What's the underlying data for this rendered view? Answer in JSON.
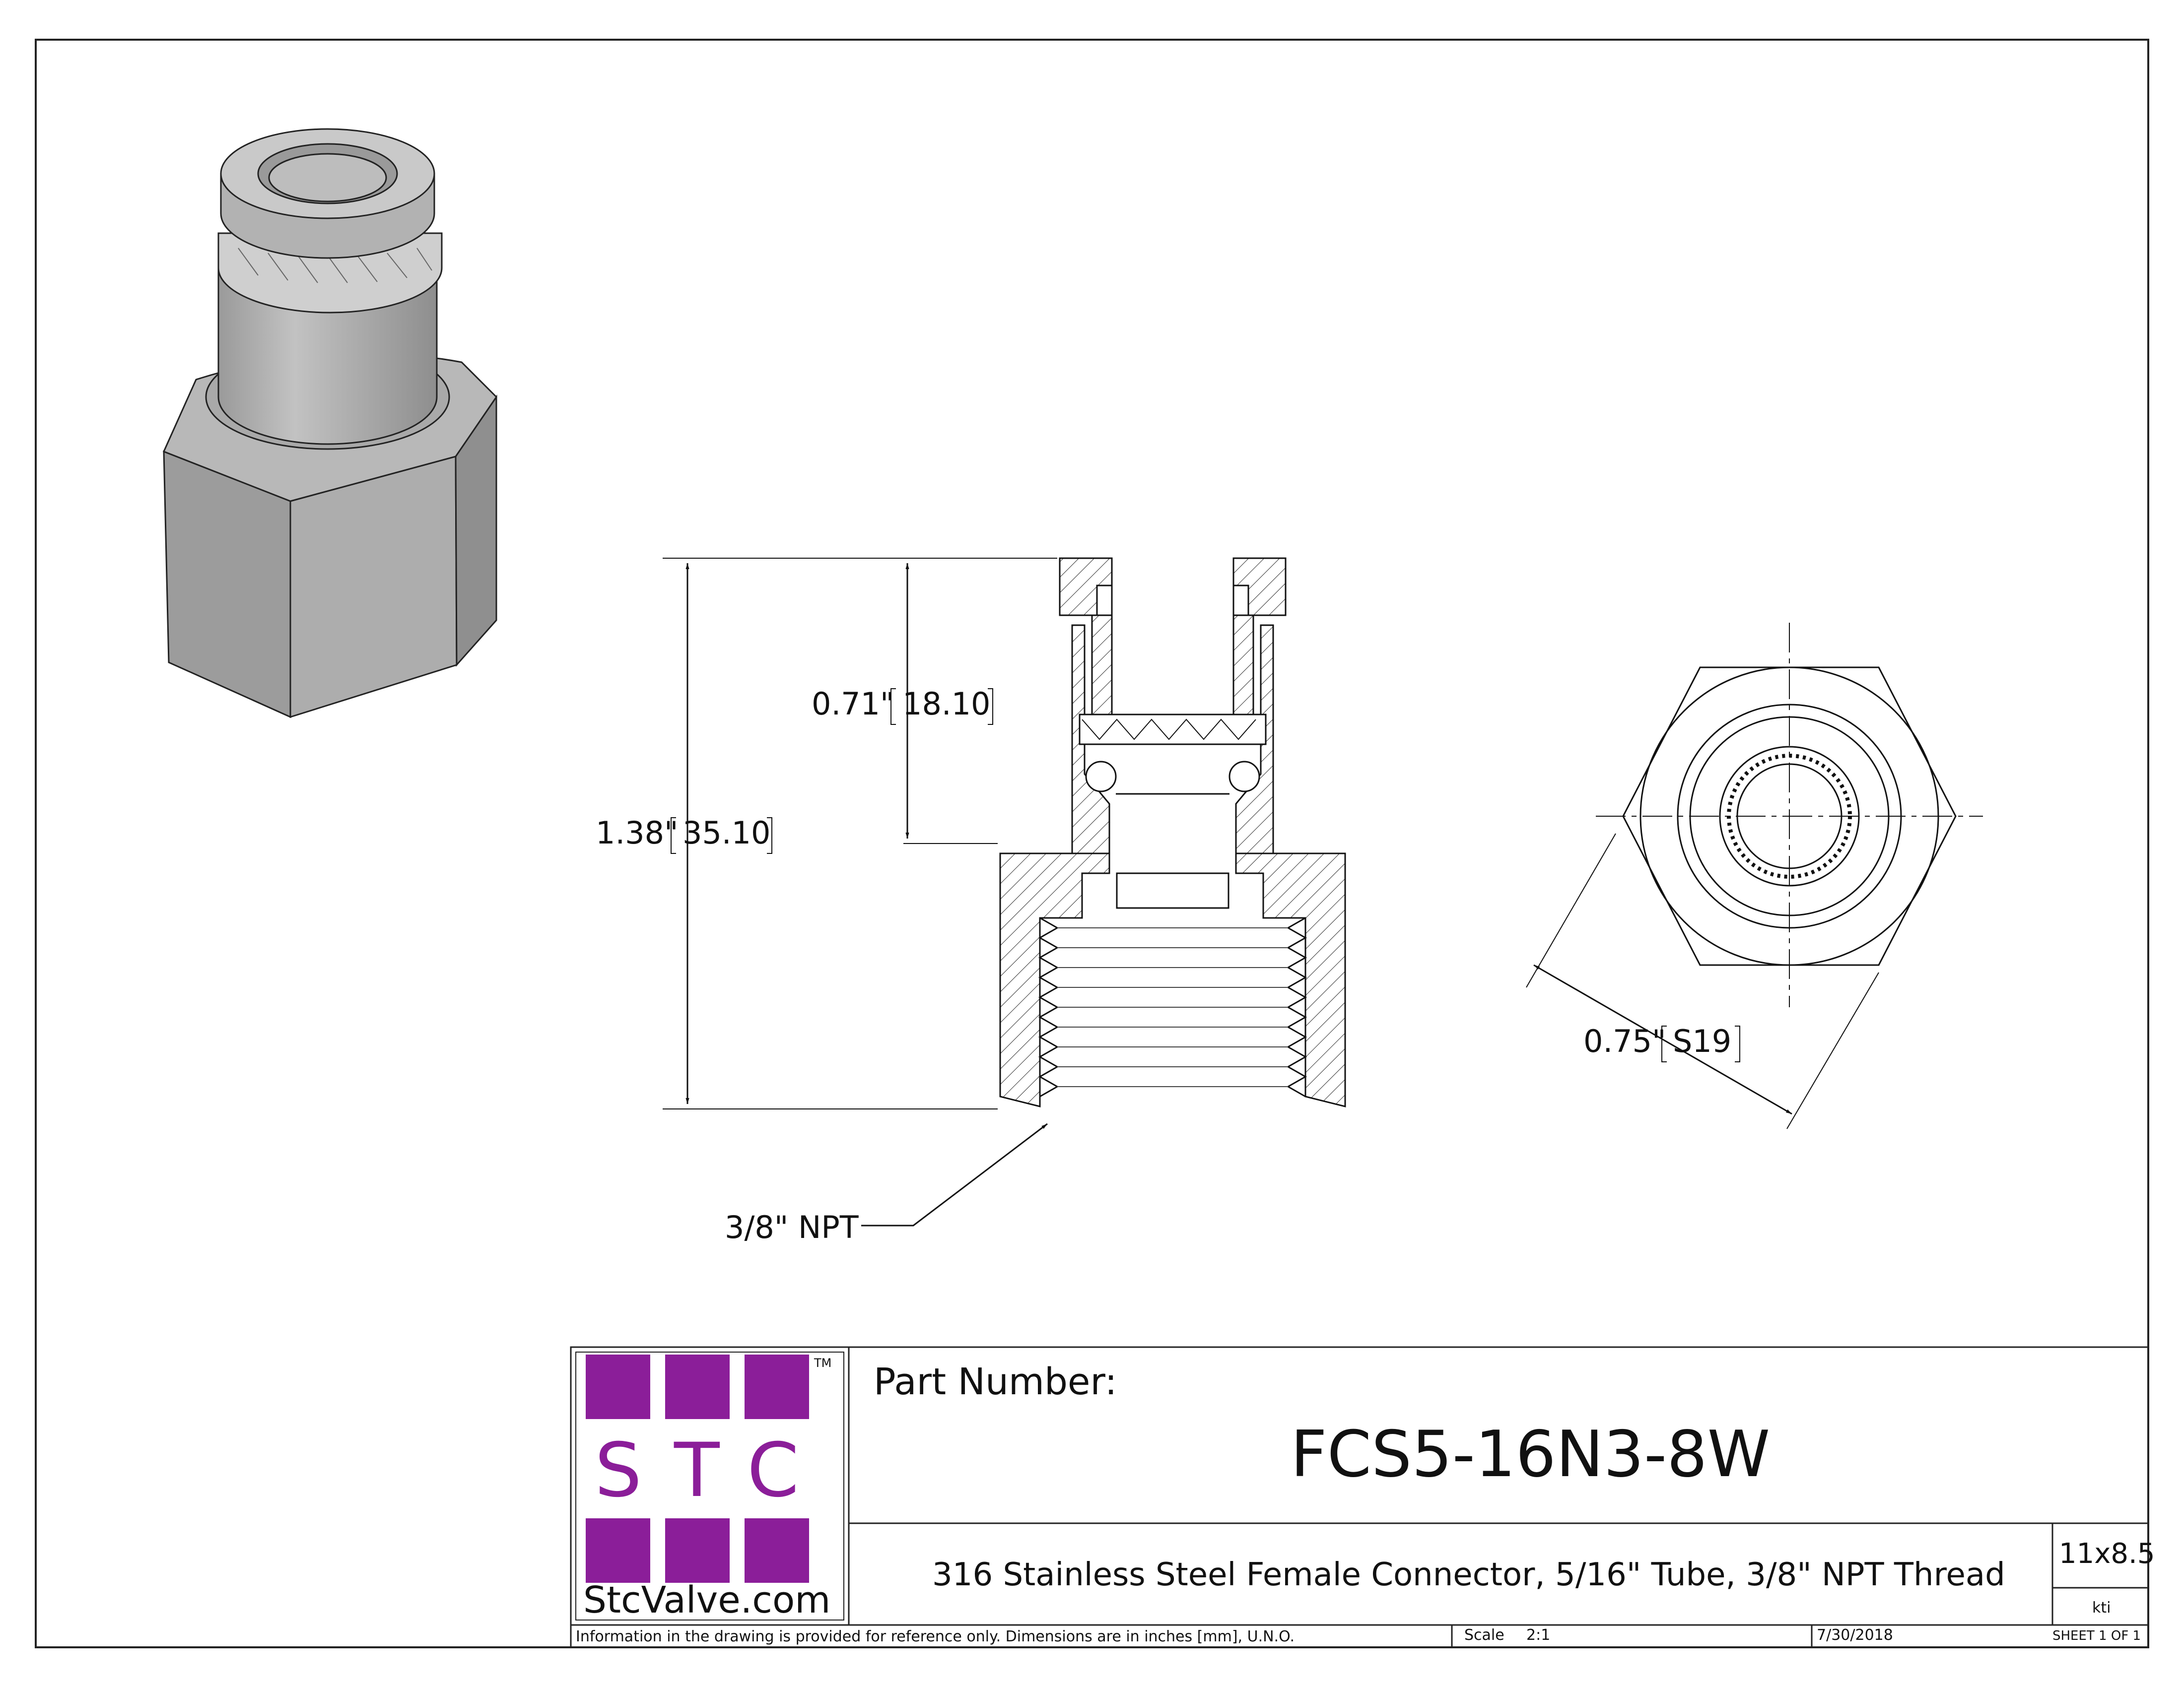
{
  "drawing": {
    "dimensions": {
      "overall_length": "1.38\"",
      "overall_length_mm": "35.10",
      "tube_depth": "0.71\"",
      "tube_depth_mm": "18.10",
      "hex_size": "0.75\"",
      "hex_size_mm": "S19",
      "thread_callout": "3/8\" NPT"
    }
  },
  "title_block": {
    "logo_letters": [
      "S",
      "T",
      "C"
    ],
    "trademark": "TM",
    "website": "StcValve.com",
    "part_number_label": "Part Number:",
    "part_number": "FCS5-16N3-8W",
    "description": "316 Stainless Steel Female Connector, 5/16\" Tube, 3/8\" NPT Thread",
    "paper_size": "11x8.5",
    "drawn_by": "kti",
    "disclaimer": "Information in the drawing is provided for reference only. Dimensions are in inches [mm], U.N.O.",
    "scale_label": "Scale",
    "scale_value": "2:1",
    "date": "7/30/2018",
    "sheet": "SHEET 1 OF 1"
  },
  "colors": {
    "brand_purple": "#8b1e99",
    "line": "#111111",
    "body_gray": "#a8a8a8"
  }
}
